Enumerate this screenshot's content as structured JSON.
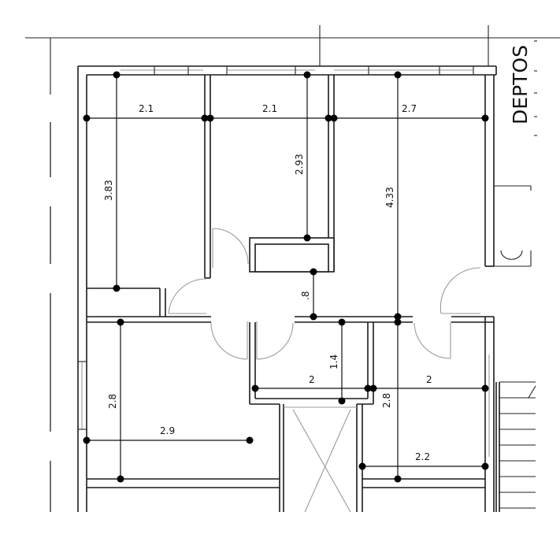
{
  "drawing": {
    "title_text": "DEPTOS",
    "type": "architectural floor plan",
    "colors": {
      "line": "#1a1a1a",
      "door_swing": "#9a9a9a",
      "background": "#ffffff"
    }
  },
  "dimensions": {
    "top_left_width": "2.1",
    "top_middle_width": "2.1",
    "top_right_width": "2.7",
    "left_room_height": "3.83",
    "middle_room_height": "2.93",
    "right_room_height": "4.33",
    "hall_gap": ".8",
    "corridor_height": "1.4",
    "corridor_width": "2",
    "lower_right_width": "2",
    "lower_right_height": "2.8",
    "lower_left_height": "2.8",
    "lower_left_width": "2.9",
    "bottom_right_width": "2.2"
  }
}
